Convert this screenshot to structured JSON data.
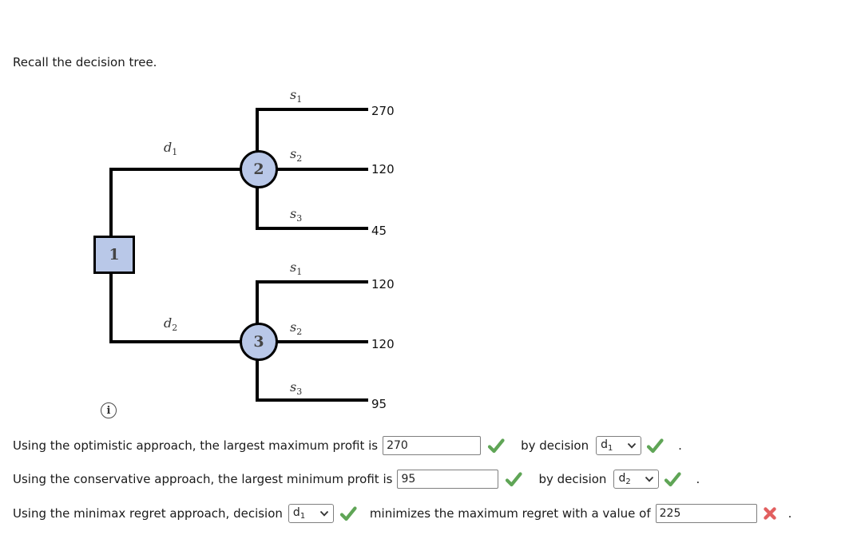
{
  "title": "Recall the decision tree.",
  "colors": {
    "node_fill": "#b9c8e8",
    "node_border": "#000000",
    "line": "#000000",
    "check_green": "#5fa556",
    "cross_red": "#e25f5f",
    "input_border": "#7f7f7f"
  },
  "info_icon": {
    "glyph": "i"
  },
  "tree": {
    "decision_node": {
      "label": "1"
    },
    "decision_branches": [
      {
        "base": "d",
        "sub": "1"
      },
      {
        "base": "d",
        "sub": "2"
      }
    ],
    "chance_nodes": [
      {
        "label": "2",
        "branches": [
          {
            "base": "s",
            "sub": "1",
            "payoff": "270"
          },
          {
            "base": "s",
            "sub": "2",
            "payoff": "120"
          },
          {
            "base": "s",
            "sub": "3",
            "payoff": "45"
          }
        ]
      },
      {
        "label": "3",
        "branches": [
          {
            "base": "s",
            "sub": "1",
            "payoff": "120"
          },
          {
            "base": "s",
            "sub": "2",
            "payoff": "120"
          },
          {
            "base": "s",
            "sub": "3",
            "payoff": "95"
          }
        ]
      }
    ]
  },
  "questions": {
    "optimistic": {
      "text_before": "Using the optimistic approach, the largest maximum profit is",
      "input_value": "270",
      "input_result": "correct",
      "mid_text": "by decision",
      "select_base": "d",
      "select_sub": "1",
      "select_result": "correct",
      "end_text": "."
    },
    "conservative": {
      "text_before": "Using the conservative approach, the largest minimum profit is",
      "input_value": "95",
      "input_result": "correct",
      "mid_text": "by decision",
      "select_base": "d",
      "select_sub": "2",
      "select_result": "correct",
      "end_text": "."
    },
    "minimax": {
      "text_before": "Using the minimax regret approach, decision",
      "select_base": "d",
      "select_sub": "1",
      "select_result": "correct",
      "mid_text": "minimizes the maximum regret with a value of",
      "input_value": "225",
      "input_result": "incorrect",
      "end_text": "."
    }
  }
}
